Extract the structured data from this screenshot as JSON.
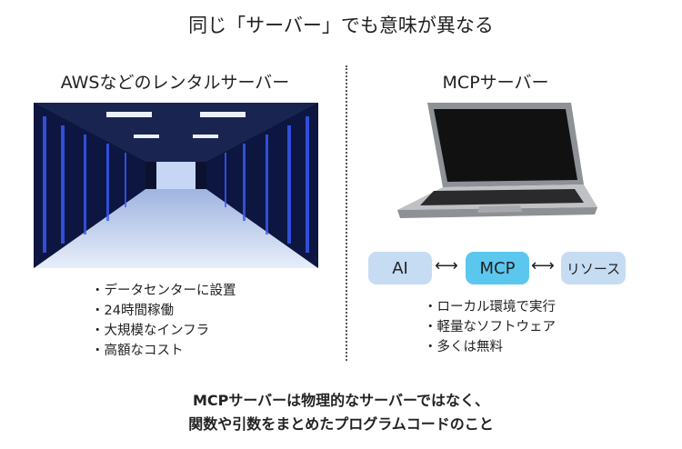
{
  "title": "同じ「サーバー」でも意味が異なる",
  "left": {
    "heading": "AWSなどのレンタルサーバー",
    "bullets": [
      "・データセンターに設置",
      "・24時間稼働",
      "・大規模なインフラ",
      "・高額なコスト"
    ]
  },
  "right": {
    "heading": "MCPサーバー",
    "flow": {
      "ai": "AI",
      "mcp": "MCP",
      "resource": "リソース",
      "arrow": "⟷"
    },
    "bullets": [
      "・ローカル環境で実行",
      "・軽量なソフトウェア",
      "・多くは無料"
    ]
  },
  "footer": {
    "line1": "MCPサーバーは物理的なサーバーではなく、",
    "line2": "関数や引数をまとめたプログラムコードのこと"
  },
  "colors": {
    "box_light": "#c6dcf3",
    "box_mcp": "#5cc7ee"
  }
}
